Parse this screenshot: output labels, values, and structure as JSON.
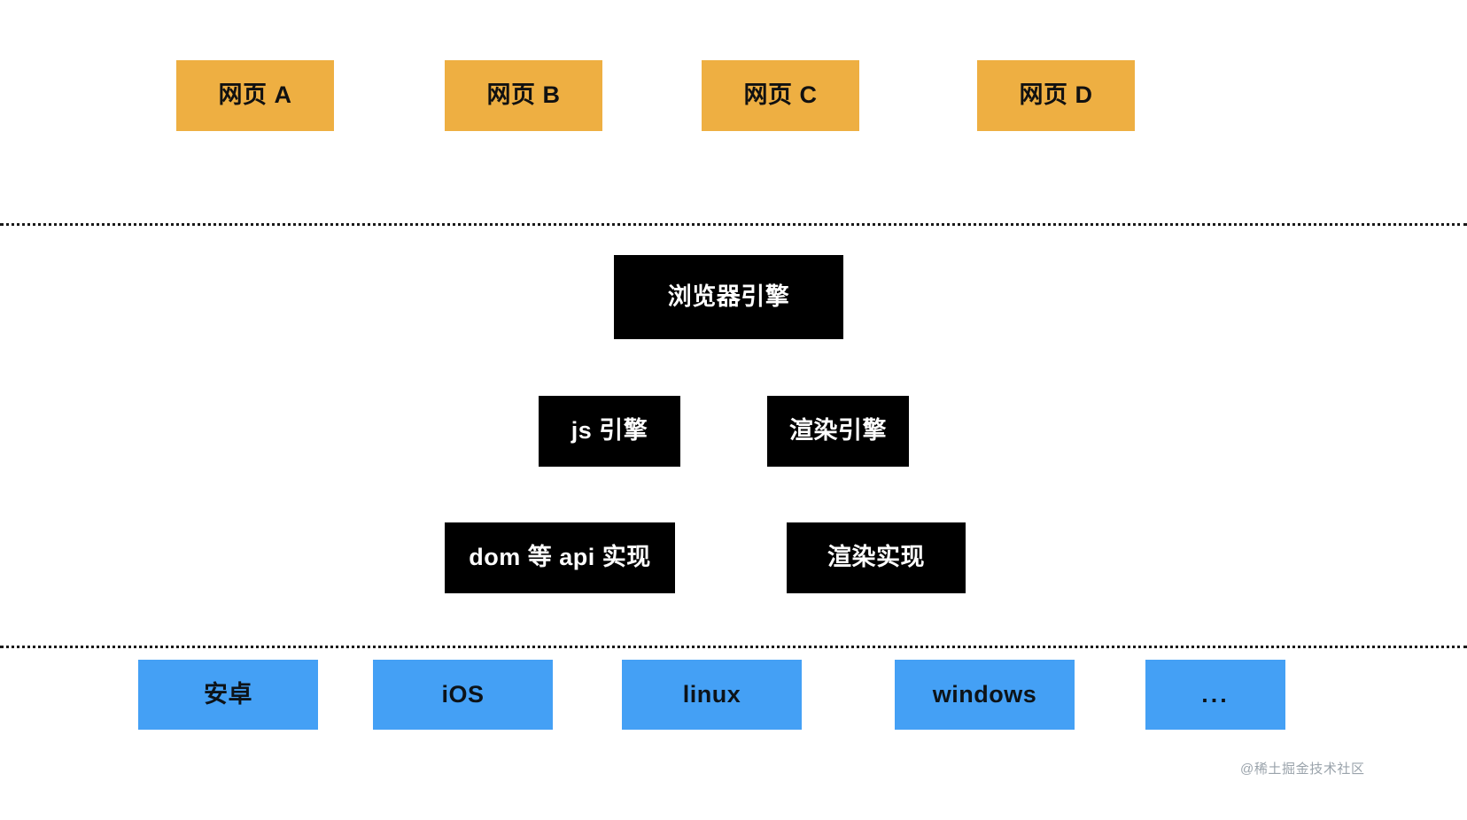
{
  "diagram": {
    "title": "browser-architecture-layers",
    "colors": {
      "web_page_fill": "#eeaf42",
      "engine_fill": "#000000",
      "engine_text": "#ffffff",
      "os_fill": "#44a0f5",
      "divider": "#1a1a1a",
      "background": "#ffffff",
      "watermark": "#9aa3ab"
    },
    "layers": {
      "web_pages": {
        "items": [
          {
            "label": "网页 A"
          },
          {
            "label": "网页 B"
          },
          {
            "label": "网页 C"
          },
          {
            "label": "网页 D"
          }
        ]
      },
      "browser": {
        "engine": {
          "label": "浏览器引擎"
        },
        "sub_engines": [
          {
            "label": "js 引擎"
          },
          {
            "label": "渲染引擎"
          }
        ],
        "implementations": [
          {
            "label": "dom 等 api 实现"
          },
          {
            "label": "渲染实现"
          }
        ]
      },
      "platforms": {
        "items": [
          {
            "label": "安卓"
          },
          {
            "label": "iOS"
          },
          {
            "label": "linux"
          },
          {
            "label": "windows"
          },
          {
            "label": "..."
          }
        ]
      }
    },
    "watermark": "@稀土掘金技术社区"
  }
}
